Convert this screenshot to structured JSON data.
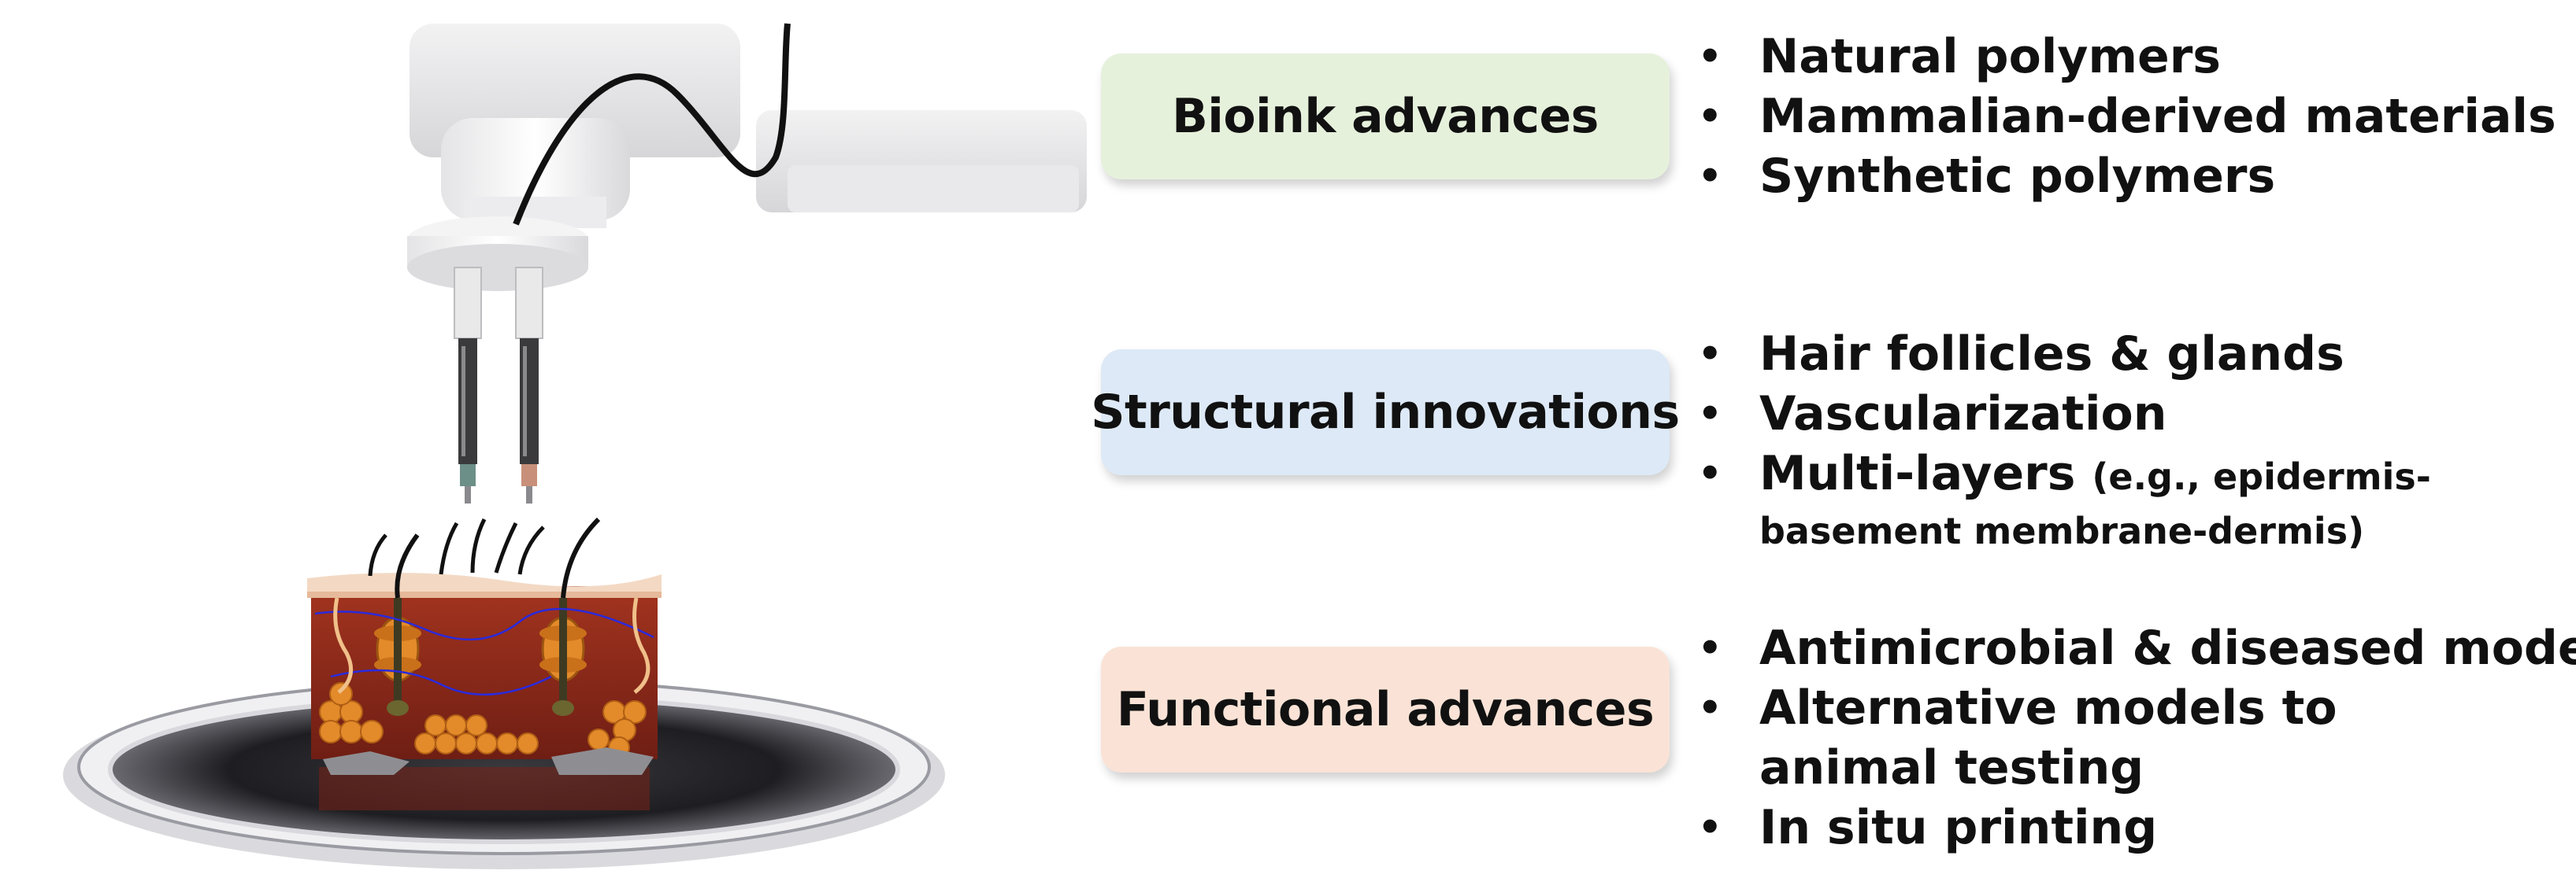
{
  "categories": [
    {
      "title": "Bioink advances",
      "items": [
        "Natural polymers",
        "Mammalian-derived materials",
        "Synthetic polymers"
      ]
    },
    {
      "title": "Structural innovations",
      "items": [
        "Hair follicles & glands",
        "Vascularization",
        "Multi-layers"
      ],
      "note": "(e.g., epidermis-",
      "note_continued": "basement membrane-dermis)"
    },
    {
      "title": "Functional advances",
      "items": [
        "Antimicrobial & diseased models",
        "Alternative models to animal testing",
        "In situ printing"
      ]
    }
  ],
  "bullet_symbol": "•",
  "colors": {
    "bioink_box": "#e6f1dc",
    "structural_box": "#dde9f6",
    "functional_box": "#fae3d6",
    "dermis": "#8c2a1e",
    "fat": "#e38a2a",
    "epidermis": "#f3d9c4"
  }
}
